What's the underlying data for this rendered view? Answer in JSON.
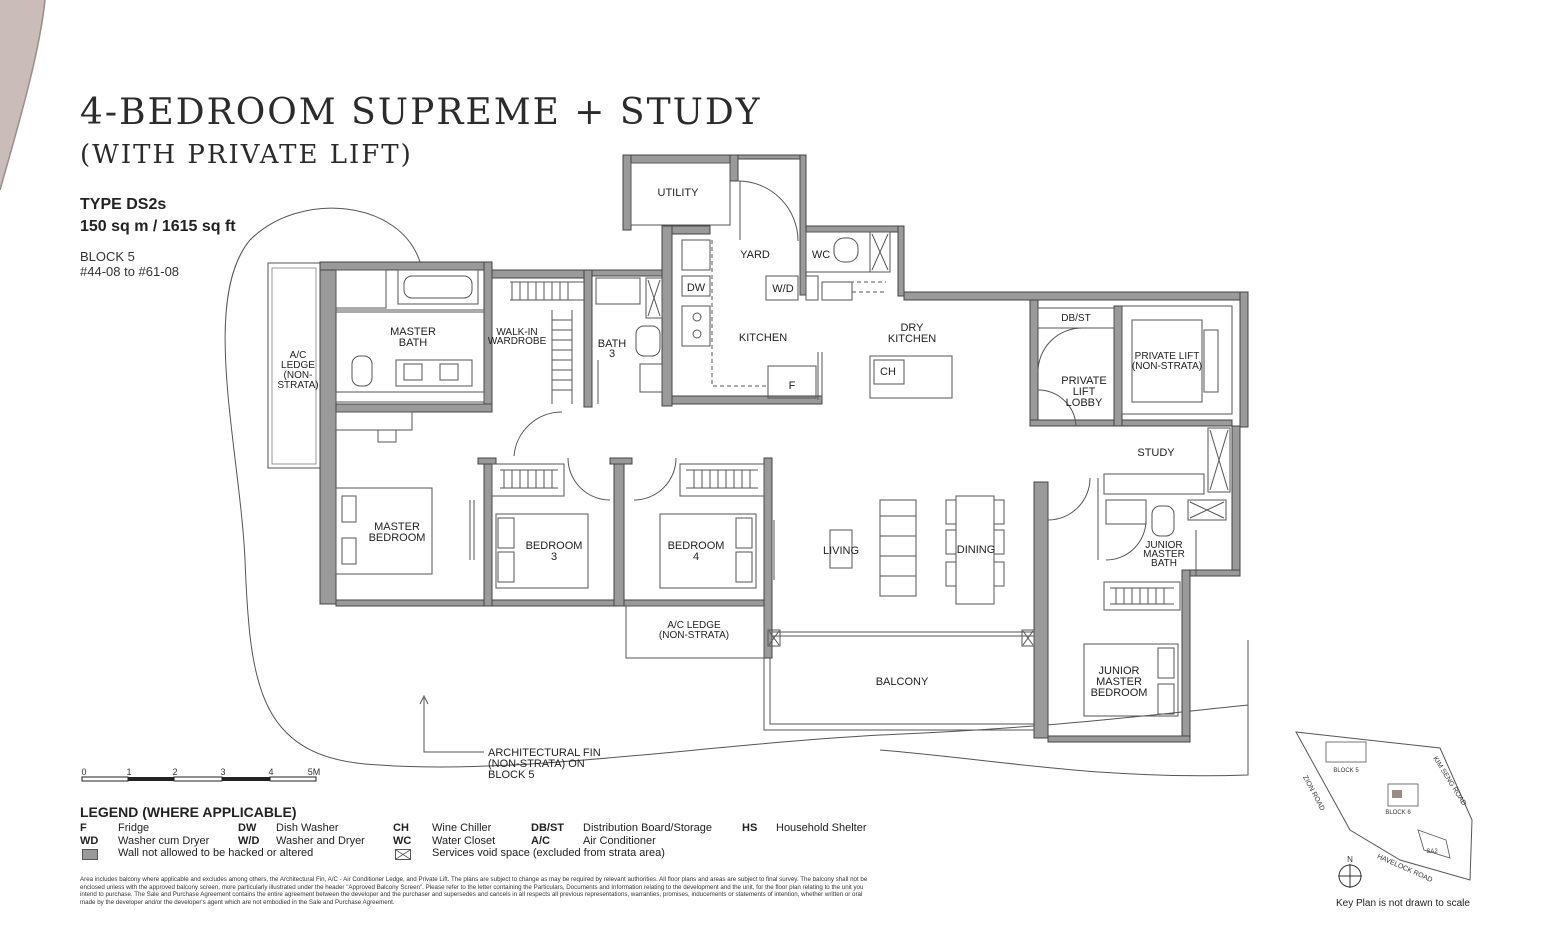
{
  "header": {
    "title_line1": "4-BEDROOM SUPREME + STUDY",
    "title_line2": "(WITH PRIVATE LIFT)"
  },
  "unit": {
    "type": "TYPE DS2s",
    "area": "150 sq m / 1615 sq ft",
    "block": "BLOCK 5",
    "units": "#44-08 to #61-08"
  },
  "rooms": {
    "utility": "UTILITY",
    "yard": "YARD",
    "wc": "WC",
    "dw": "DW",
    "wd": "W/D",
    "kitchen": "KITCHEN",
    "fridge": "F",
    "dry_kitchen_1": "DRY",
    "dry_kitchen_2": "KITCHEN",
    "ch": "CH",
    "db_st": "DB/ST",
    "private_lift_1": "PRIVATE LIFT",
    "private_lift_2": "(NON-STRATA)",
    "lift_lobby_1": "PRIVATE",
    "lift_lobby_2": "LIFT",
    "lift_lobby_3": "LOBBY",
    "master_bath_1": "MASTER",
    "master_bath_2": "BATH",
    "walkin_1": "WALK-IN",
    "walkin_2": "WARDROBE",
    "bath3_1": "BATH",
    "bath3_2": "3",
    "ac_ledge_left_1": "A/C",
    "ac_ledge_left_2": "LEDGE",
    "ac_ledge_left_3": "(NON-",
    "ac_ledge_left_4": "STRATA)",
    "master_bed_1": "MASTER",
    "master_bed_2": "BEDROOM",
    "bed3_1": "BEDROOM",
    "bed3_2": "3",
    "bed4_1": "BEDROOM",
    "bed4_2": "4",
    "living": "LIVING",
    "dining": "DINING",
    "study": "STUDY",
    "jr_bath_1": "JUNIOR",
    "jr_bath_2": "MASTER",
    "jr_bath_3": "BATH",
    "ac_ledge_mid_1": "A/C LEDGE",
    "ac_ledge_mid_2": "(NON-STRATA)",
    "balcony": "BALCONY",
    "jr_bed_1": "JUNIOR",
    "jr_bed_2": "MASTER",
    "jr_bed_3": "BEDROOM",
    "fin_1": "ARCHITECTURAL FIN",
    "fin_2": "(NON-STRATA) ON",
    "fin_3": "BLOCK 5"
  },
  "scale": {
    "labels": [
      "0",
      "1",
      "2",
      "3",
      "4",
      "5M"
    ]
  },
  "legend": {
    "title": "LEGEND (WHERE APPLICABLE)",
    "items": [
      {
        "code": "F",
        "text": "Fridge"
      },
      {
        "code": "WD",
        "text": "Washer cum Dryer"
      },
      {
        "code": "DW",
        "text": "Dish Washer"
      },
      {
        "code": "W/D",
        "text": "Washer and Dryer"
      },
      {
        "code": "CH",
        "text": "Wine Chiller"
      },
      {
        "code": "WC",
        "text": "Water Closet"
      },
      {
        "code": "DB/ST",
        "text": "Distribution Board/Storage"
      },
      {
        "code": "A/C",
        "text": "Air Conditioner"
      },
      {
        "code": "HS",
        "text": "Household Shelter"
      }
    ],
    "wall_text": "Wall not allowed to be hacked or altered",
    "void_text": "Services void space (excluded from strata area)"
  },
  "disclaimer": "Area includes balcony where applicable and excludes among others, the Architectural Fin, A/C - Air Conditioner Ledge, and Private Lift. The plans are subject to change as may be required by relevant authorities. All floor plans and areas are subject to final survey. The balcony shall not be enclosed unless with the approved balcony screen, more particularly illustrated under the header \"Approved Balcony Screen\". Please refer to the letter containing the Particulars, Documents and Information relating to the development and the unit, for the floor plan relating to the unit you intend to purchase. The Sale and Purchase Agreement contains the entire agreement between the developer and the purchaser and supersedes and cancels in all respects all previous representations, warranties, promises, inducements or statements of intention, whether written or oral made by the developer and/or the developer's agent which are not embodied in the Sale and Purchase Agreement.",
  "keyplan": {
    "road_kim_seng": "KIM SENG ROAD",
    "road_zion": "ZION ROAD",
    "road_havelock": "HAVELOCK ROAD",
    "block_5": "BLOCK 5",
    "block_6": "BLOCK 6",
    "sa2": "SA2",
    "north": "N",
    "note": "Key Plan is not drawn to scale"
  },
  "colors": {
    "wall": "#9a9a9a",
    "outline": "#444444",
    "accent_curve": "#b9aaa7"
  }
}
